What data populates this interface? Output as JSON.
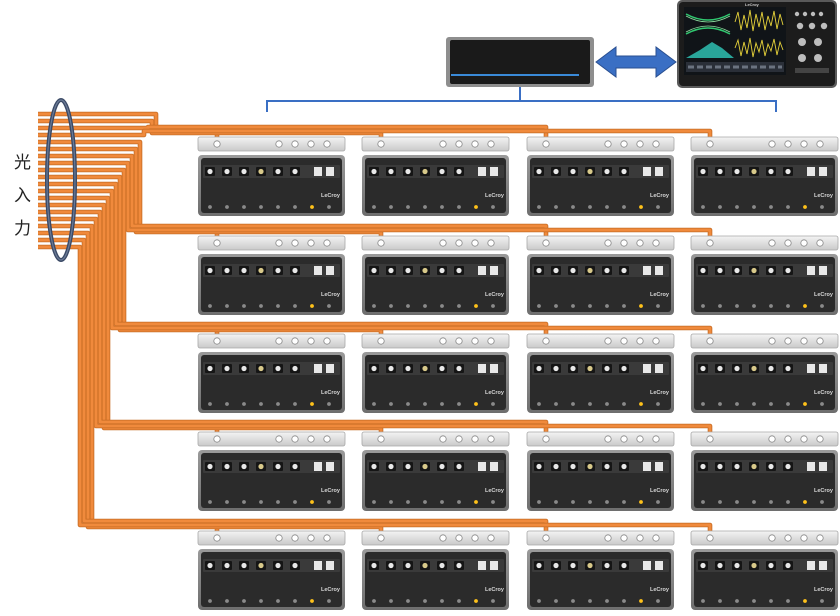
{
  "optical_input": {
    "chars": [
      "光",
      "入",
      "力"
    ]
  },
  "grid": {
    "rows": 5,
    "cols": 4
  },
  "module": {
    "brand": "LeCroy"
  },
  "oscilloscope": {
    "brand": "LeCroy"
  },
  "colors": {
    "fiber": "#f08a3c",
    "bus": "#3a6fc4",
    "arrow": "#3a6fc4",
    "module_body": "#2b2b2b",
    "module_panel": "#3a3a3a",
    "chassis_bar": "#e2e2e2",
    "indicator": "#ffc21a",
    "bundle_ring": "#3b4a66"
  }
}
